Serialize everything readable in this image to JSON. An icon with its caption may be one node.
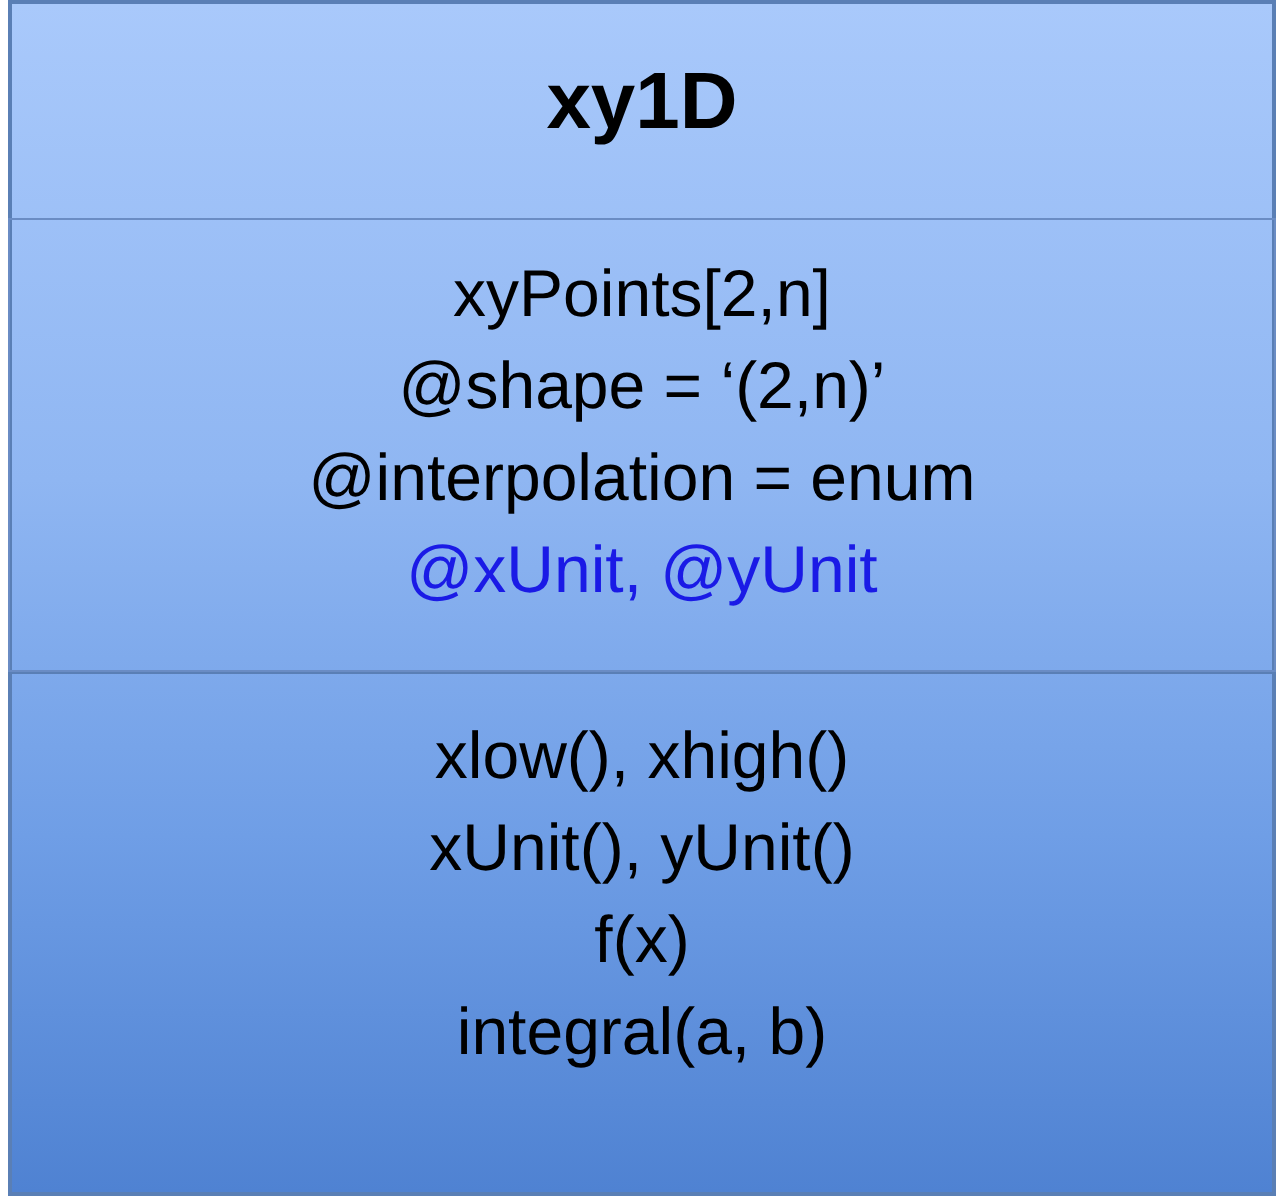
{
  "diagram": {
    "nodes": [
      {
        "text": [
          "xy1D"
        ]
      },
      {
        "text": [
          "xyPoints[2,n]",
          "@shape = ‘(2,n)’",
          "@interpolation = enum",
          "@xUnit, @yUnit"
        ],
        "in": 0
      },
      {
        "text": [
          "xlow(), xhigh()",
          "xUnit(), yUnit()",
          "f(x)",
          "integral(a, b)"
        ],
        "in": 0
      }
    ]
  }
}
